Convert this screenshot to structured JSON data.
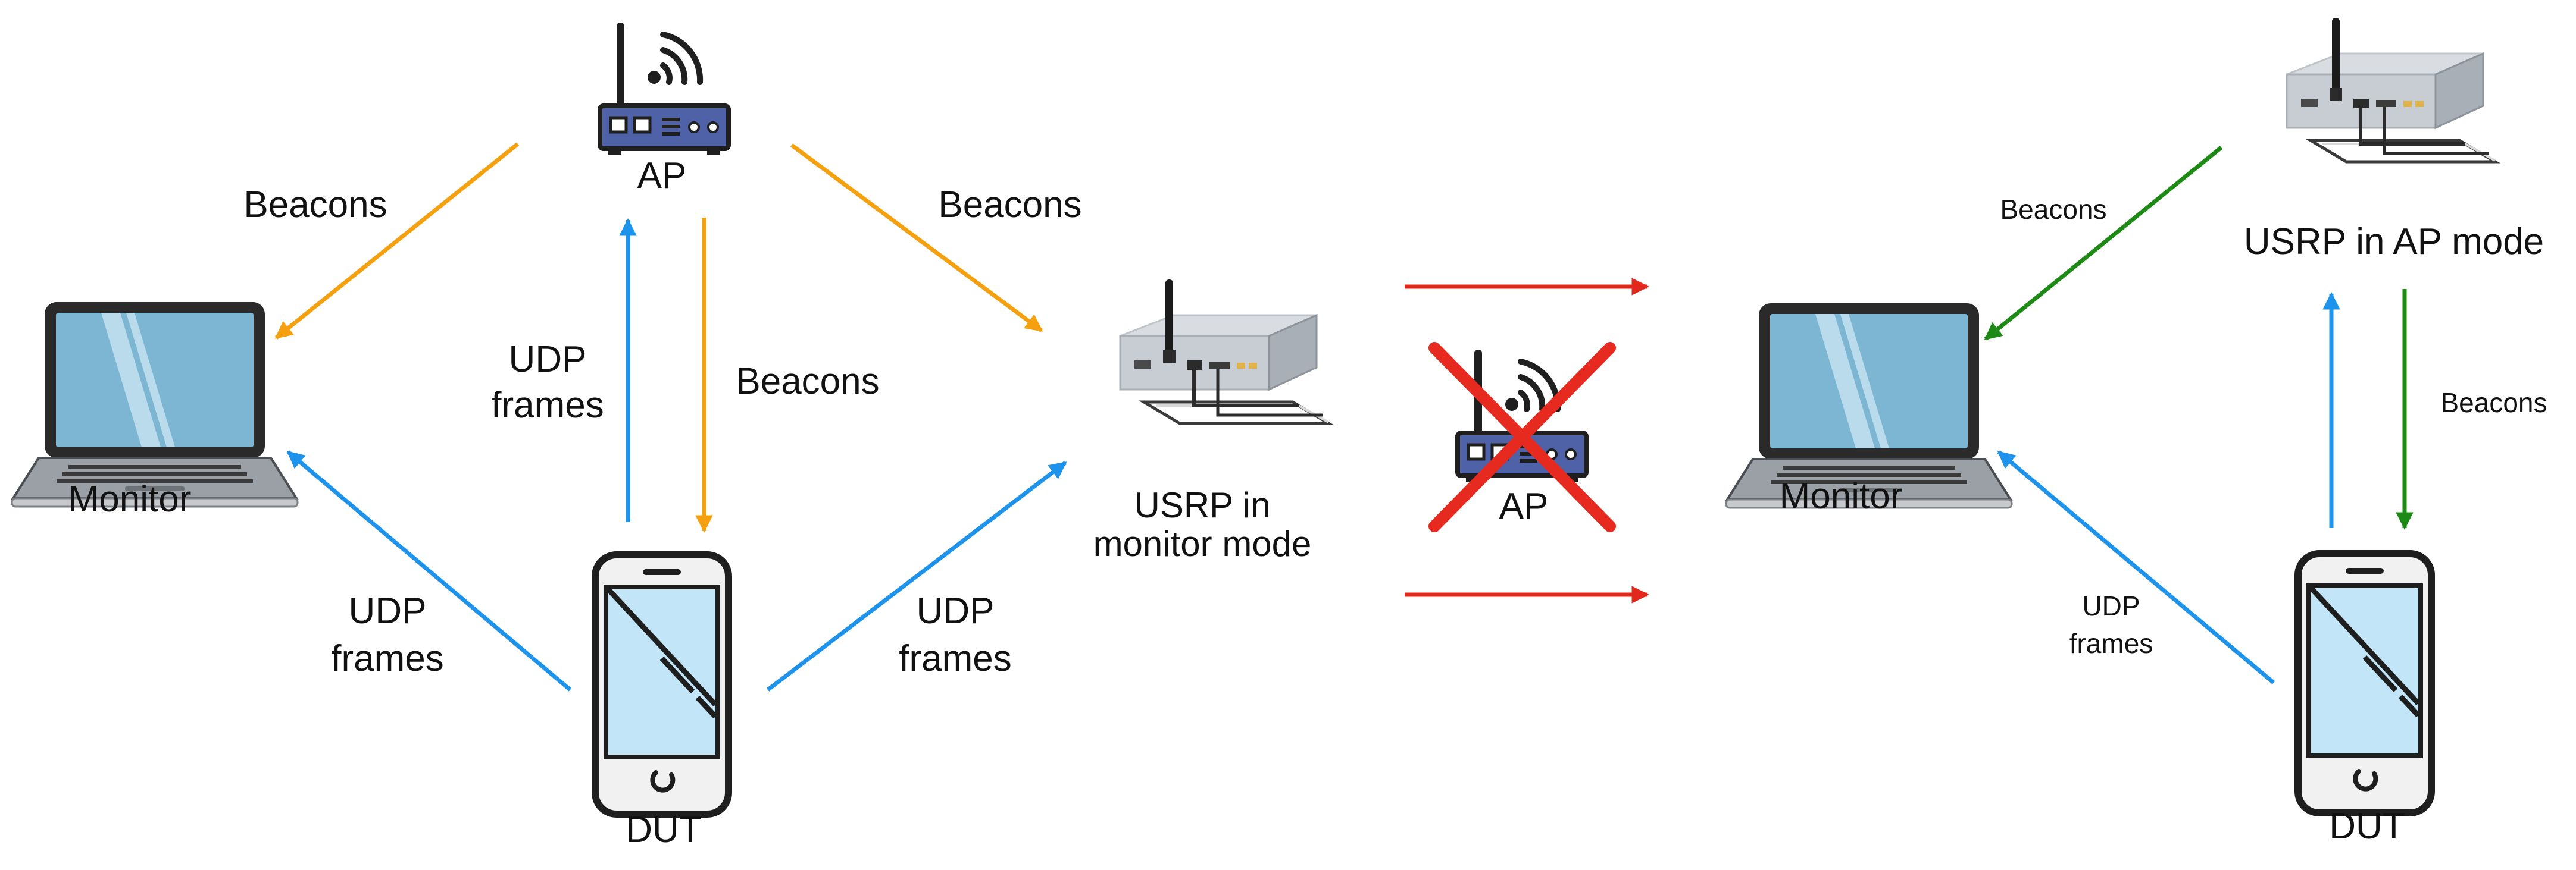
{
  "colors": {
    "beacon_orange": "#f5a00f",
    "udp_blue": "#1d93ec",
    "transition_red": "#e0281c",
    "beacon_green": "#1e8a16",
    "router_blue": "#4f62a8",
    "cross_red": "#e62a1f",
    "laptop_screen": "#7db6d2",
    "phone_screen": "#c2e6f7"
  },
  "left_scene": {
    "ap_label": "AP",
    "monitor_label": "Monitor",
    "dut_label": "DUT",
    "usrp_label_line1": "USRP in",
    "usrp_label_line2": "monitor mode",
    "beacons_to_monitor": "Beacons",
    "beacons_to_usrp": "Beacons",
    "beacons_to_dut": "Beacons",
    "udp_to_ap_line1": "UDP",
    "udp_to_ap_line2": "frames",
    "udp_to_monitor_line1": "UDP",
    "udp_to_monitor_line2": "frames",
    "udp_to_usrp_line1": "UDP",
    "udp_to_usrp_line2": "frames"
  },
  "middle": {
    "removed_ap_label": "AP",
    "removed_ap_icon": "crossed-out-router-icon"
  },
  "right_scene": {
    "usrp_label": "USRP in AP mode",
    "monitor_label": "Monitor",
    "dut_label": "DUT",
    "beacons_to_monitor": "Beacons",
    "beacons_to_dut": "Beacons",
    "udp_to_monitor_line1": "UDP",
    "udp_to_monitor_line2": "frames"
  }
}
